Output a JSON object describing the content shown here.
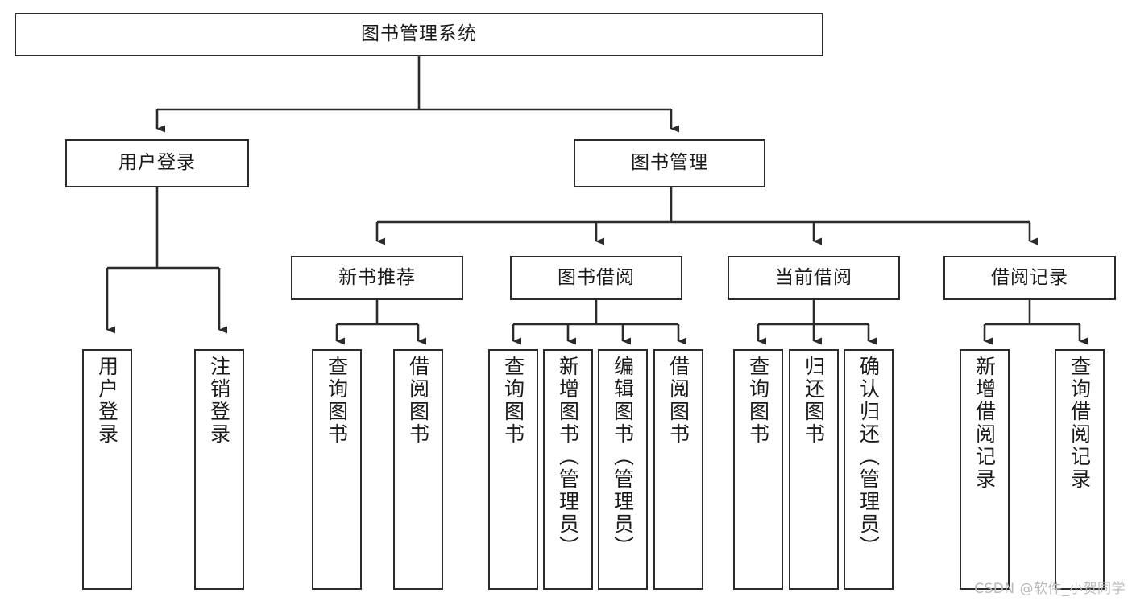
{
  "diagram": {
    "type": "tree-hierarchy-diagram",
    "title": "图书管理系统",
    "root": {
      "id": "root",
      "label": "图书管理系统"
    },
    "level2": [
      {
        "id": "user-login",
        "label": "用户登录"
      },
      {
        "id": "book-manage",
        "label": "图书管理"
      }
    ],
    "level3": [
      {
        "id": "new-book-recommend",
        "label": "新书推荐",
        "parent": "book-manage"
      },
      {
        "id": "book-borrow",
        "label": "图书借阅",
        "parent": "book-manage"
      },
      {
        "id": "current-borrow",
        "label": "当前借阅",
        "parent": "book-manage"
      },
      {
        "id": "borrow-record",
        "label": "借阅记录",
        "parent": "book-manage"
      }
    ],
    "leaves": {
      "user-login": [
        {
          "id": "leaf-user-login",
          "label": "用户登录"
        },
        {
          "id": "leaf-logout-login",
          "label": "注销登录"
        }
      ],
      "new-book-recommend": [
        {
          "id": "leaf-query-book-1",
          "label": "查询图书"
        },
        {
          "id": "leaf-borrow-book-1",
          "label": "借阅图书"
        }
      ],
      "book-borrow": [
        {
          "id": "leaf-query-book-2",
          "label": "查询图书"
        },
        {
          "id": "leaf-add-book",
          "label": "新增图书（管理员）"
        },
        {
          "id": "leaf-edit-book",
          "label": "编辑图书（管理员）"
        },
        {
          "id": "leaf-borrow-book-2",
          "label": "借阅图书"
        }
      ],
      "current-borrow": [
        {
          "id": "leaf-query-book-3",
          "label": "查询图书"
        },
        {
          "id": "leaf-return-book",
          "label": "归还图书"
        },
        {
          "id": "leaf-confirm-return",
          "label": "确认归还（管理员）"
        }
      ],
      "borrow-record": [
        {
          "id": "leaf-add-record",
          "label": "新增借阅记录"
        },
        {
          "id": "leaf-query-record",
          "label": "查询借阅记录"
        }
      ]
    }
  },
  "watermark": {
    "text": "CSDN @软件_小贺同学"
  },
  "colors": {
    "stroke": "#2b2b2b",
    "background": "#ffffff",
    "text": "#1b1b1b",
    "watermark": "#b9b9b9"
  }
}
